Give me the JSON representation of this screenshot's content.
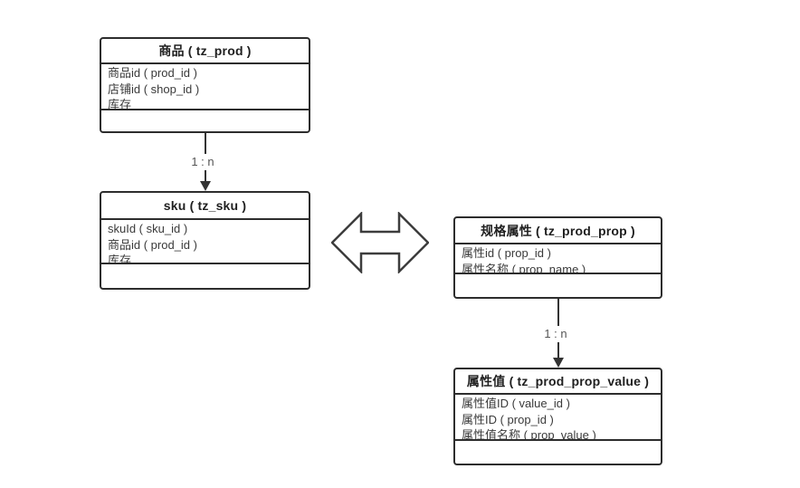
{
  "diagram": {
    "tables": [
      {
        "key": "prod",
        "title": "商品 ( tz_prod )",
        "fields": [
          "商品id ( prod_id )",
          "店铺id ( shop_id )",
          "库存"
        ]
      },
      {
        "key": "sku",
        "title": "sku ( tz_sku )",
        "fields": [
          "skuId ( sku_id )",
          "商品id ( prod_id )",
          "库存"
        ]
      },
      {
        "key": "prod_prop",
        "title": "规格属性 ( tz_prod_prop )",
        "fields": [
          "属性id ( prop_id )",
          "属性名称 ( prop_name )"
        ]
      },
      {
        "key": "prod_prop_value",
        "title": "属性值 ( tz_prod_prop_value )",
        "fields": [
          "属性值ID ( value_id )",
          "属性ID ( prop_id )",
          "属性值名称 ( prop_value )"
        ]
      }
    ],
    "connectors": [
      {
        "from": "prod",
        "to": "sku",
        "type": "arrow-down",
        "label": "1 : n"
      },
      {
        "from": "prod_prop",
        "to": "prod_prop_value",
        "type": "arrow-down",
        "label": "1 : n"
      },
      {
        "between": [
          "sku",
          "prod_prop"
        ],
        "type": "double-arrow-outline"
      }
    ],
    "colors": {
      "background": "#ffffff",
      "box_border": "#2d2d2d",
      "title_text": "#1f1f1f",
      "field_text": "#3a3a3a",
      "connector_line": "#333333",
      "label_text": "#555555",
      "double_arrow_stroke": "#3d3d3d",
      "double_arrow_fill": "#ffffff"
    }
  }
}
